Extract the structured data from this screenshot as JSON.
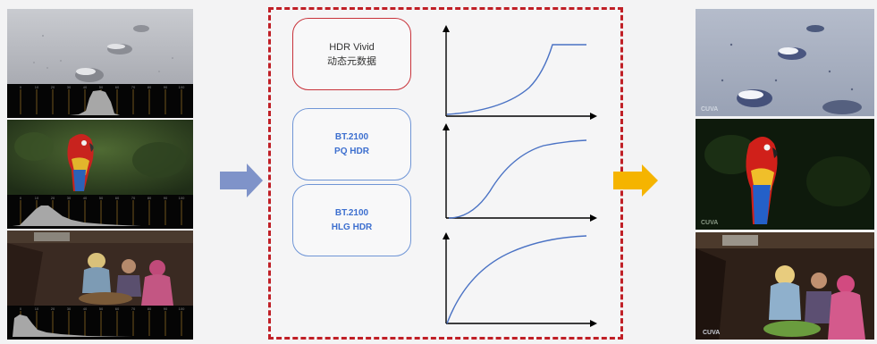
{
  "histogram_ticks": [
    "0",
    "10",
    "20",
    "30",
    "40",
    "50",
    "60",
    "70",
    "80",
    "90",
    "100"
  ],
  "metadata_box": {
    "line1": "HDR Vivid",
    "line2": "动态元数据"
  },
  "pq_box": {
    "line1": "BT.2100",
    "line2": "PQ HDR"
  },
  "hlg_box": {
    "line1": "BT.2100",
    "line2": "HLG HDR"
  },
  "watermark": "CUVA",
  "colors": {
    "dash_border": "#c01f26",
    "input_arrow": "#7f93c9",
    "output_arrow": "#f5b400",
    "curve": "#4a72c4"
  },
  "icons": [
    "arrow-right-icon"
  ]
}
